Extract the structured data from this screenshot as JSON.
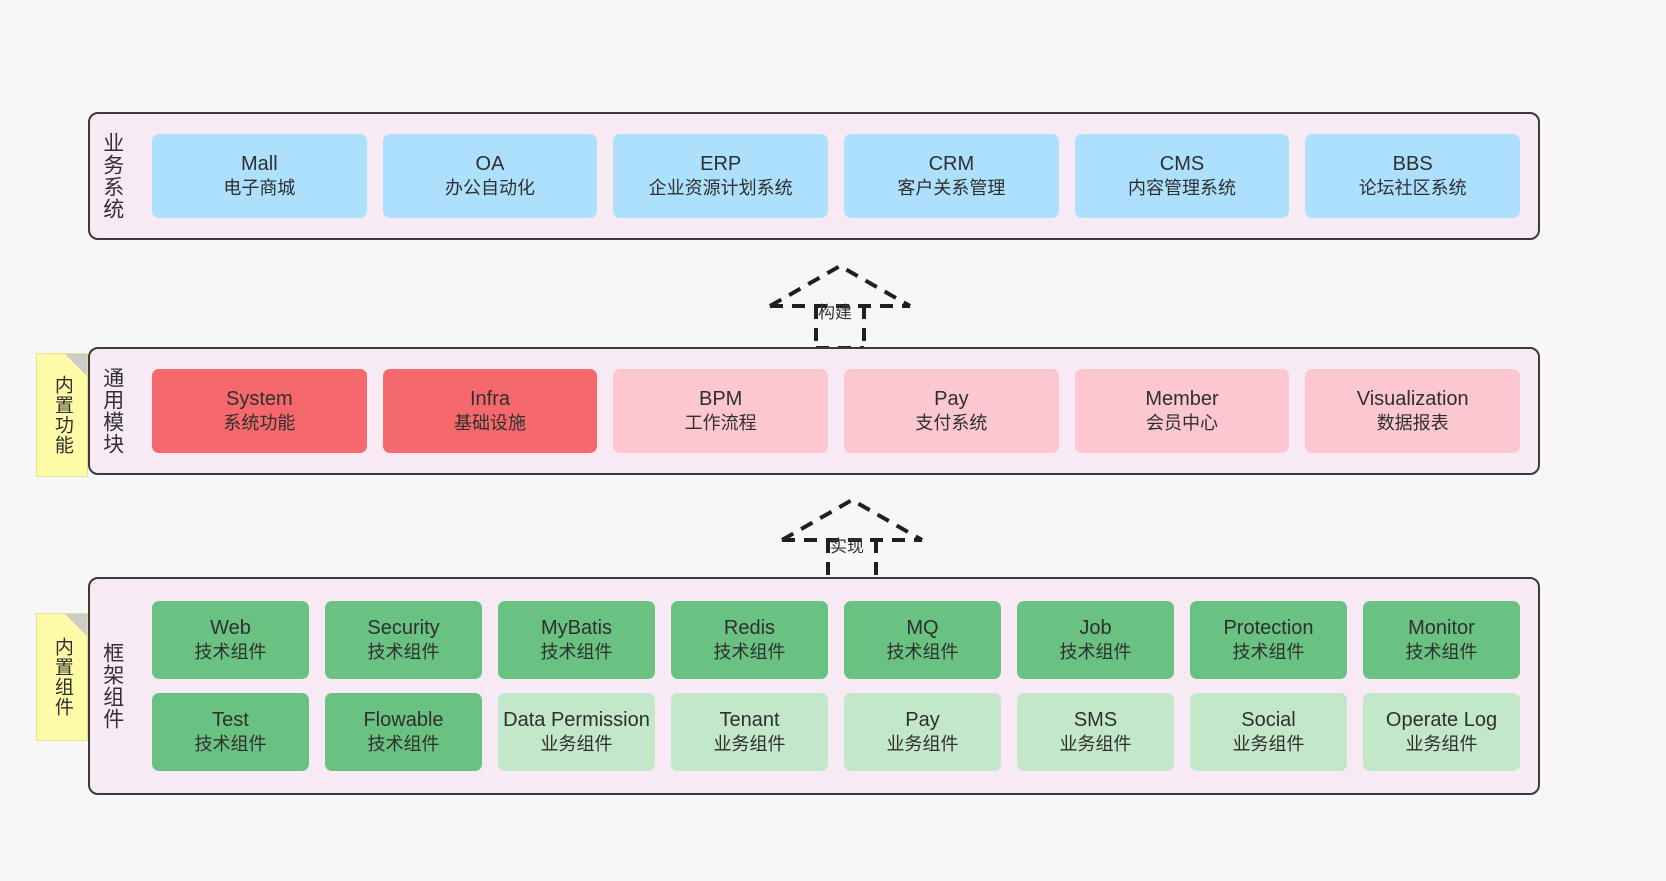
{
  "diagram": {
    "background_color": "#f7f7f7",
    "panel_color": "#f8eaf4",
    "panel_border_color": "#3a3a3a"
  },
  "layers": [
    {
      "id": "business-system",
      "title": "业务系统",
      "accent": "#ace0fd",
      "note": null,
      "rows": [
        {
          "cards": [
            {
              "en": "Mall",
              "cn": "电子商城",
              "color": "blue"
            },
            {
              "en": "OA",
              "cn": "办公自动化",
              "color": "blue"
            },
            {
              "en": "ERP",
              "cn": "企业资源计划系统",
              "color": "blue"
            },
            {
              "en": "CRM",
              "cn": "客户关系管理",
              "color": "blue"
            },
            {
              "en": "CMS",
              "cn": "内容管理系统",
              "color": "blue"
            },
            {
              "en": "BBS",
              "cn": "论坛社区系统",
              "color": "blue"
            }
          ]
        }
      ]
    },
    {
      "id": "common-module",
      "title": "通用模块",
      "accent": "#f5696c",
      "note": "内置功能",
      "rows": [
        {
          "cards": [
            {
              "en": "System",
              "cn": "系统功能",
              "color": "red"
            },
            {
              "en": "Infra",
              "cn": "基础设施",
              "color": "red"
            },
            {
              "en": "BPM",
              "cn": "工作流程",
              "color": "pink"
            },
            {
              "en": "Pay",
              "cn": "支付系统",
              "color": "pink"
            },
            {
              "en": "Member",
              "cn": "会员中心",
              "color": "pink"
            },
            {
              "en": "Visualization",
              "cn": "数据报表",
              "color": "pink"
            }
          ]
        }
      ]
    },
    {
      "id": "framework-component",
      "title": "框架组件",
      "accent": "#6ac282",
      "note": "内置组件",
      "rows": [
        {
          "cards": [
            {
              "en": "Web",
              "cn": "技术组件",
              "color": "green"
            },
            {
              "en": "Security",
              "cn": "技术组件",
              "color": "green"
            },
            {
              "en": "MyBatis",
              "cn": "技术组件",
              "color": "green"
            },
            {
              "en": "Redis",
              "cn": "技术组件",
              "color": "green"
            },
            {
              "en": "MQ",
              "cn": "技术组件",
              "color": "green"
            },
            {
              "en": "Job",
              "cn": "技术组件",
              "color": "green"
            },
            {
              "en": "Protection",
              "cn": "技术组件",
              "color": "green"
            },
            {
              "en": "Monitor",
              "cn": "技术组件",
              "color": "green"
            }
          ]
        },
        {
          "cards": [
            {
              "en": "Test",
              "cn": "技术组件",
              "color": "green"
            },
            {
              "en": "Flowable",
              "cn": "技术组件",
              "color": "green"
            },
            {
              "en": "Data Permission",
              "cn": "业务组件",
              "color": "lgreen"
            },
            {
              "en": "Tenant",
              "cn": "业务组件",
              "color": "lgreen"
            },
            {
              "en": "Pay",
              "cn": "业务组件",
              "color": "lgreen"
            },
            {
              "en": "SMS",
              "cn": "业务组件",
              "color": "lgreen"
            },
            {
              "en": "Social",
              "cn": "业务组件",
              "color": "lgreen"
            },
            {
              "en": "Operate Log",
              "cn": "业务组件",
              "color": "lgreen"
            }
          ]
        }
      ]
    }
  ],
  "connectors": [
    {
      "id": "build",
      "label": "构建",
      "direction": "up",
      "style": "dashed-hollow-arrow"
    },
    {
      "id": "implement",
      "label": "实现",
      "direction": "up",
      "style": "dashed-hollow-arrow"
    }
  ]
}
